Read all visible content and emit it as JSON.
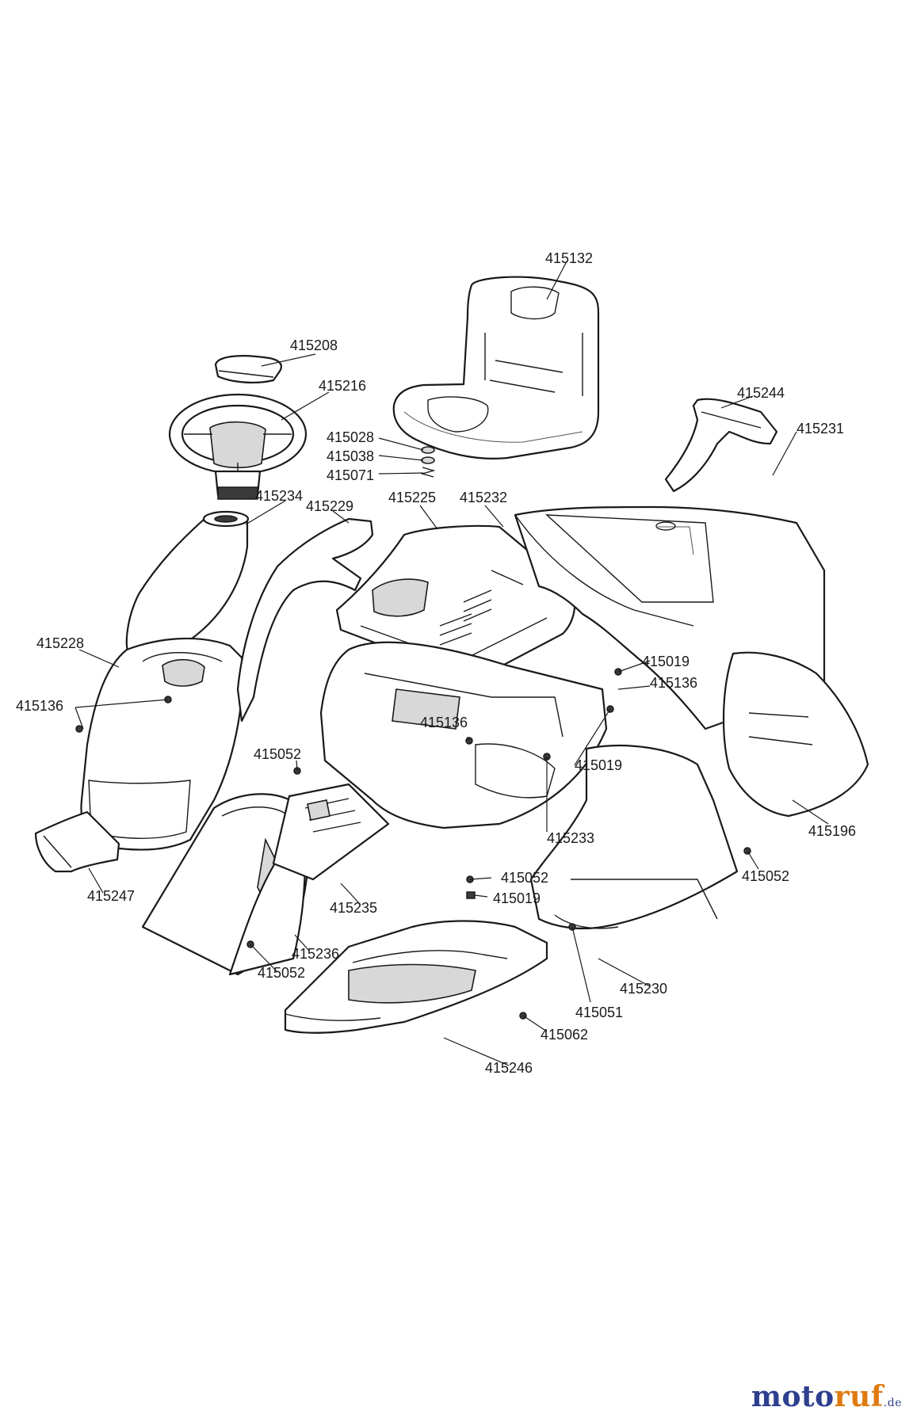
{
  "parts": [
    "415132",
    "415208",
    "415216",
    "415244",
    "415231",
    "415028",
    "415038",
    "415071",
    "415234",
    "415229",
    "415225",
    "415232",
    "415228",
    "415136",
    "415019",
    "415136",
    "415136",
    "415052",
    "415019",
    "415233",
    "415196",
    "415247",
    "415052",
    "415019",
    "415235",
    "415052",
    "415236",
    "415052",
    "415230",
    "415051",
    "415062",
    "415246"
  ],
  "brand": {
    "name_part1": "moto",
    "name_part2": "ruf",
    "suffix": ".de",
    "colors": {
      "primary": "#2e3f8f",
      "accent": "#e07a10"
    }
  }
}
